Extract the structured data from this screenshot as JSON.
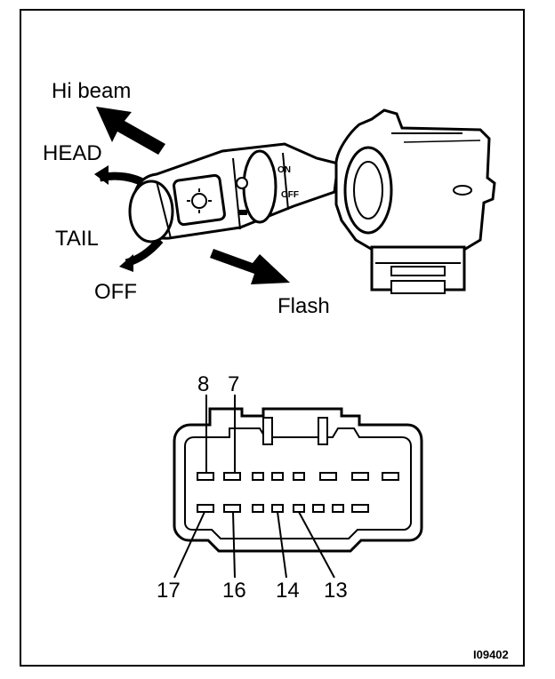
{
  "switch_labels": {
    "hi_beam": "Hi beam",
    "head": "HEAD",
    "tail": "TAIL",
    "off": "OFF",
    "flash": "Flash",
    "fog_on": "ON",
    "fog_off": "OFF"
  },
  "connector_pins": {
    "top_left": "8",
    "top_right": "7",
    "bottom_1": "17",
    "bottom_2": "16",
    "bottom_3": "14",
    "bottom_4": "13"
  },
  "figure_id": "I09402"
}
